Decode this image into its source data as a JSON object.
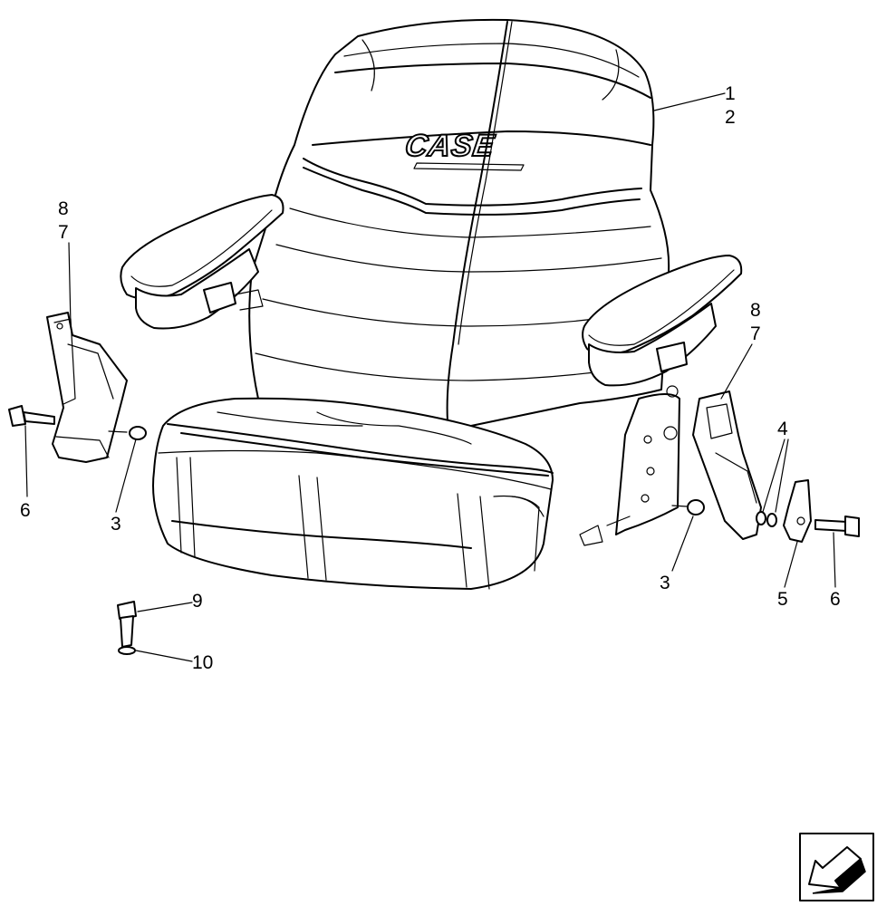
{
  "brand": {
    "logo_text": "CASE"
  },
  "callouts": [
    {
      "id": "c1",
      "label": "1"
    },
    {
      "id": "c2",
      "label": "2"
    },
    {
      "id": "c3a",
      "label": "3"
    },
    {
      "id": "c3b",
      "label": "3"
    },
    {
      "id": "c4",
      "label": "4"
    },
    {
      "id": "c5",
      "label": "5"
    },
    {
      "id": "c6a",
      "label": "6"
    },
    {
      "id": "c6b",
      "label": "6"
    },
    {
      "id": "c7a",
      "label": "7"
    },
    {
      "id": "c7b",
      "label": "7"
    },
    {
      "id": "c8a",
      "label": "8"
    },
    {
      "id": "c8b",
      "label": "8"
    },
    {
      "id": "c9",
      "label": "9"
    },
    {
      "id": "c10",
      "label": "10"
    }
  ],
  "navigation": {
    "icon": "arrow-icon"
  }
}
